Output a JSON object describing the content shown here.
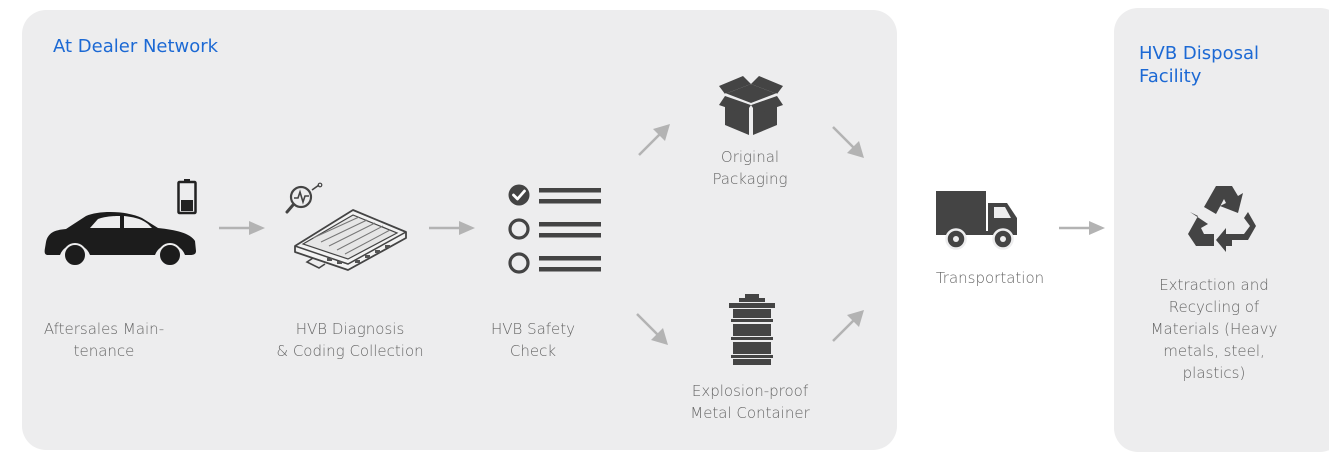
{
  "panels": {
    "dealer": {
      "title": "At Dealer Network"
    },
    "disposal": {
      "title": "HVB Disposal\nFacility"
    }
  },
  "steps": {
    "aftersales": "Aftersales Main-\ntenance",
    "diagnosis": "HVB Diagnosis\n& Coding Collection",
    "safety": "HVB Safety\nCheck",
    "packaging": "Original\nPackaging",
    "container": "Explosion-proof\nMetal Container",
    "transport": "Transportation",
    "recycling": "Extraction and\nRecycling of\nMaterials (Heavy\nmetals, steel,\nplastics)"
  },
  "icons": {
    "car": "car-icon",
    "battery": "battery-icon",
    "hv_battery": "hv-battery-pack-icon",
    "diagnosis": "diagnosis-icon",
    "checklist": "checklist-icon",
    "box": "box-icon",
    "container": "container-icon",
    "truck": "truck-icon",
    "recycle": "recycle-icon"
  },
  "colors": {
    "accent": "#1c69d4",
    "panel": "#ededee",
    "icon": "#444444",
    "arrow": "#b3b3b3",
    "text": "#666666"
  }
}
